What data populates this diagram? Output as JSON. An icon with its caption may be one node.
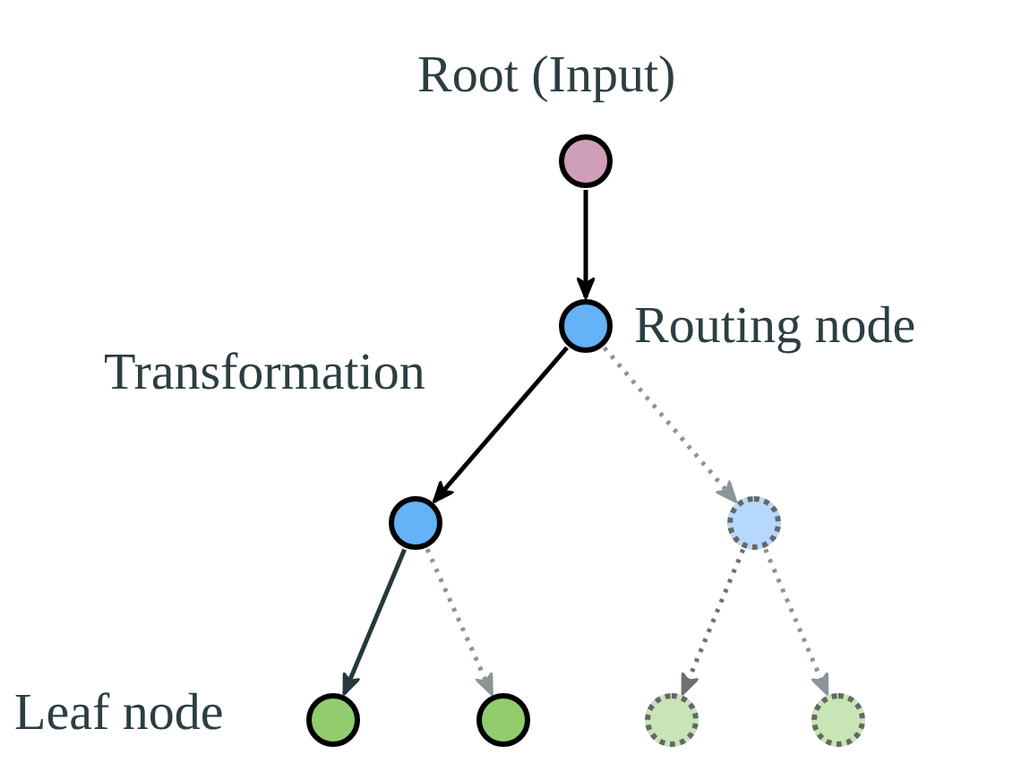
{
  "diagram": {
    "nodes": [
      {
        "text": [],
        "shape": "circle",
        "beside": [
          "Root (Input)"
        ]
      },
      {
        "text": [],
        "shape": "circle",
        "beside": [
          "Routing node"
        ]
      },
      {
        "text": [],
        "shape": "circle"
      },
      {
        "text": [],
        "shape": "circle"
      },
      {
        "text": [],
        "shape": "circle",
        "beside": [
          "Leaf node"
        ]
      },
      {
        "text": [],
        "shape": "circle"
      },
      {
        "text": [],
        "shape": "circle"
      },
      {
        "text": [],
        "shape": "circle"
      }
    ],
    "edges": [
      {
        "from": 0,
        "to": 1,
        "arrow": "to",
        "color": "#000000"
      },
      {
        "from": 1,
        "to": 2,
        "arrow": "to",
        "label": "Transformation",
        "color": "#000000"
      },
      {
        "from": 1,
        "to": 3,
        "arrow": "to",
        "style": "dashed"
      },
      {
        "from": 2,
        "to": 4,
        "arrow": "to",
        "color": "#24393c"
      },
      {
        "from": 2,
        "to": 5,
        "arrow": "to",
        "style": "dashed"
      },
      {
        "from": 3,
        "to": 6,
        "arrow": "to",
        "style": "dashed",
        "color": "#6d7172"
      },
      {
        "from": 3,
        "to": 7,
        "arrow": "to",
        "style": "dashed"
      }
    ]
  }
}
